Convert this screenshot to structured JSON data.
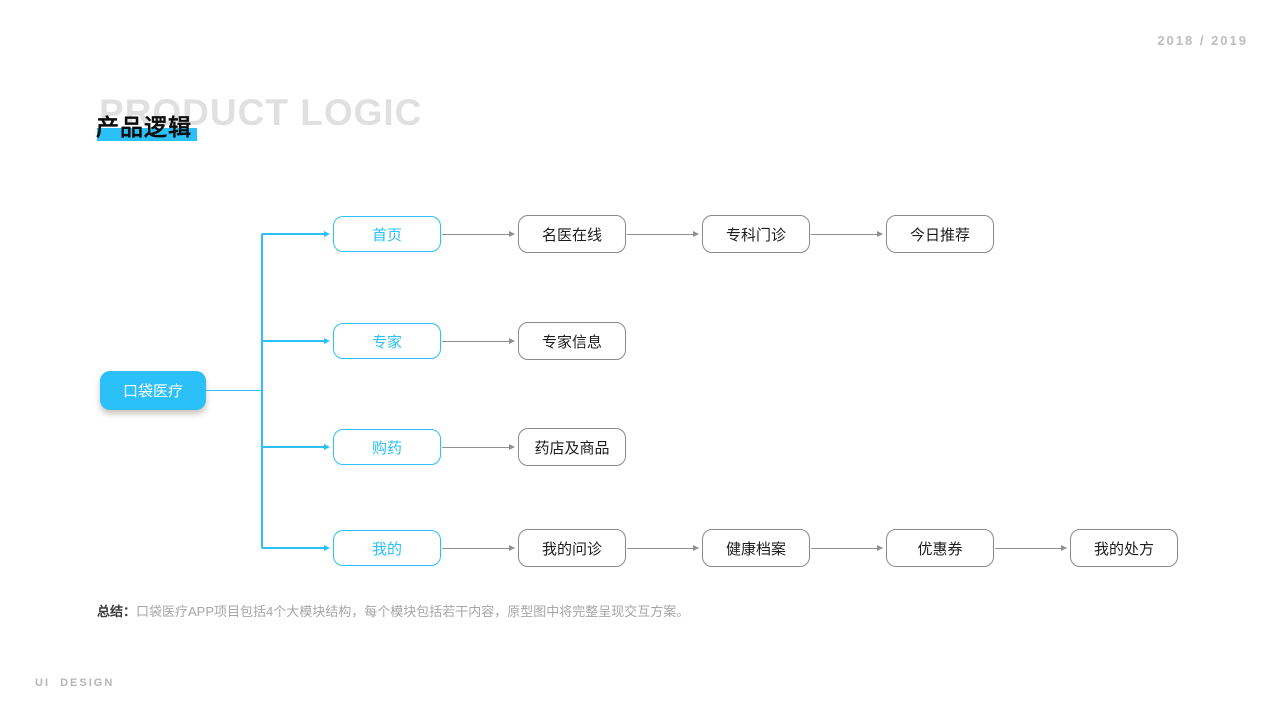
{
  "colors": {
    "accent": "#2bc0f7",
    "box_border": "#8a8a8a",
    "line_gray": "#8f8f8f",
    "text_dark": "#1c1c1c",
    "text_muted": "#a6a6a6",
    "watermark": "#e0e0e0",
    "badge": "#bdbdbd"
  },
  "badge": {
    "years": "2018 / 2019"
  },
  "header": {
    "title_en": "PRODUCT LOGIC",
    "title_zh": "产品逻辑"
  },
  "diagram": {
    "root": "口袋医疗",
    "branches": [
      {
        "module": "首页",
        "children": [
          "名医在线",
          "专科门诊",
          "今日推荐"
        ]
      },
      {
        "module": "专家",
        "children": [
          "专家信息"
        ]
      },
      {
        "module": "购药",
        "children": [
          "药店及商品"
        ]
      },
      {
        "module": "我的",
        "children": [
          "我的问诊",
          "健康档案",
          "优惠券",
          "我的处方"
        ]
      }
    ]
  },
  "summary": {
    "label": "总结：",
    "text": "口袋医疗APP项目包括4个大模块结构，每个模块包括若干内容，原型图中将完整呈现交互方案。"
  },
  "footer": {
    "credit": "UI  DESIGN"
  }
}
